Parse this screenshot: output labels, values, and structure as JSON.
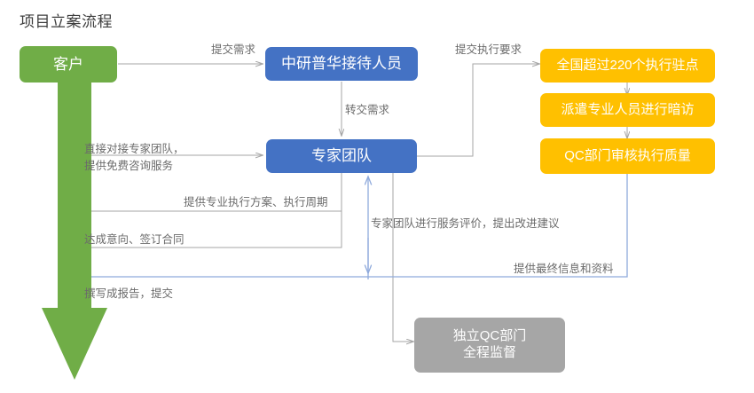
{
  "diagram": {
    "title": "项目立案流程",
    "type": "flowchart",
    "colors": {
      "green": "#70AD47",
      "blue": "#4472C4",
      "orange": "#FFC000",
      "gray": "#A6A6A6",
      "gray_connector": "#A6A6A6",
      "blue_connector": "#8FAADC",
      "label_text": "#6B6B6B",
      "title_text": "#3C3C3C",
      "background": "#FFFFFF"
    }
  },
  "nodes": [
    {
      "id": "customer",
      "label": "客户",
      "color_key": "green",
      "shape": "rounded-rect-with-down-arrow"
    },
    {
      "id": "reception",
      "label": "中研普华接待人员",
      "color_key": "blue",
      "shape": "rounded-rect"
    },
    {
      "id": "expert",
      "label": "专家团队",
      "color_key": "blue",
      "shape": "rounded-rect"
    },
    {
      "id": "stations",
      "label": "全国超过220个执行驻点",
      "color_key": "orange",
      "shape": "rounded-rect"
    },
    {
      "id": "dispatch",
      "label": "派遣专业人员进行暗访",
      "color_key": "orange",
      "shape": "rounded-rect"
    },
    {
      "id": "qc_review",
      "label": "QC部门审核执行质量",
      "color_key": "orange",
      "shape": "rounded-rect"
    },
    {
      "id": "qc_dept",
      "label": "独立QC部门\n全程监督",
      "color_key": "gray",
      "shape": "rounded-rect"
    }
  ],
  "edges": [
    {
      "id": "e1",
      "from": "customer",
      "to": "reception",
      "label": "提交需求",
      "style": "gray",
      "direction": "right"
    },
    {
      "id": "e2",
      "from": "reception",
      "to": "expert",
      "label": "转交需求",
      "style": "gray",
      "direction": "down"
    },
    {
      "id": "e3",
      "from": "customer",
      "to": "expert",
      "label": "直接对接专家团队，\n提供免费咨询服务",
      "style": "gray",
      "direction": "right"
    },
    {
      "id": "e4",
      "from": "expert",
      "to": "stations",
      "label": "提交执行要求",
      "style": "gray",
      "direction": "right"
    },
    {
      "id": "e5",
      "from": "stations",
      "to": "dispatch",
      "label": "",
      "style": "gray",
      "direction": "down"
    },
    {
      "id": "e6",
      "from": "dispatch",
      "to": "qc_review",
      "label": "",
      "style": "gray",
      "direction": "down"
    },
    {
      "id": "e7",
      "from": "expert",
      "to": "customer",
      "label": "提供专业执行方案、执行周期",
      "style": "gray",
      "direction": "left"
    },
    {
      "id": "e8",
      "from": "expert",
      "to": "customer",
      "label": "达成意向、签订合同",
      "style": "gray",
      "direction": "left"
    },
    {
      "id": "e9",
      "from": "qc_review",
      "to": "expert",
      "label": "专家团队进行服务评价，提出改进建议",
      "style": "blue",
      "direction": "up"
    },
    {
      "id": "e10",
      "from": "qc_review",
      "to": "customer",
      "label": "提供最终信息和资料",
      "style": "blue",
      "direction": "left"
    },
    {
      "id": "e11",
      "from": "qc_review",
      "to": "customer",
      "label": "撰写成报告，提交",
      "style": "blue",
      "direction": "left"
    },
    {
      "id": "e12",
      "from": "expert",
      "to": "qc_dept",
      "label": "",
      "style": "gray",
      "direction": "right"
    }
  ],
  "edge_labels": {
    "submit_demand": "提交需求",
    "transfer_demand": "转交需求",
    "direct_contact_line1": "直接对接专家团队，",
    "direct_contact_line2": "提供免费咨询服务",
    "submit_execution": "提交执行要求",
    "provide_plan": "提供专业执行方案、执行周期",
    "reach_agreement": "达成意向、签订合同",
    "service_evaluation": "专家团队进行服务评价，提出改进建议",
    "final_info": "提供最终信息和资料",
    "write_report": "撰写成报告，提交"
  }
}
